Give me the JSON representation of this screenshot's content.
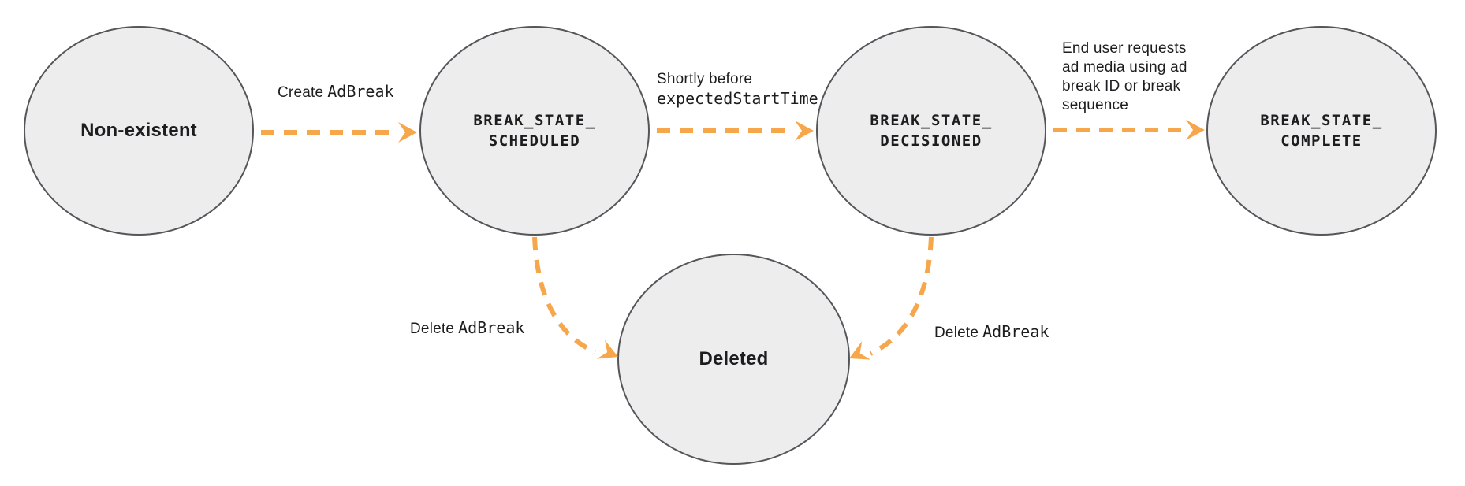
{
  "states": {
    "non_existent": {
      "label": "Non-existent"
    },
    "scheduled": {
      "line1": "BREAK_STATE_",
      "line2": "SCHEDULED"
    },
    "decisioned": {
      "line1": "BREAK_STATE_",
      "line2": "DECISIONED"
    },
    "complete": {
      "line1": "BREAK_STATE_",
      "line2": "COMPLETE"
    },
    "deleted": {
      "label": "Deleted"
    }
  },
  "transitions": {
    "create": {
      "plain": "Create",
      "code": "AdBreak"
    },
    "decision": {
      "line1": "Shortly before",
      "code": "expectedStartTime"
    },
    "complete": {
      "lines": [
        "End user requests",
        "ad media using ad",
        "break ID or break",
        "sequence"
      ]
    },
    "delete_from_scheduled": {
      "plain": "Delete",
      "code": "AdBreak"
    },
    "delete_from_decisioned": {
      "plain": "Delete",
      "code": "AdBreak"
    }
  },
  "colors": {
    "arrow": "#F7A74B",
    "node_fill": "#EDEDEE",
    "node_border": "#55565A",
    "text": "#1D1D1F"
  }
}
